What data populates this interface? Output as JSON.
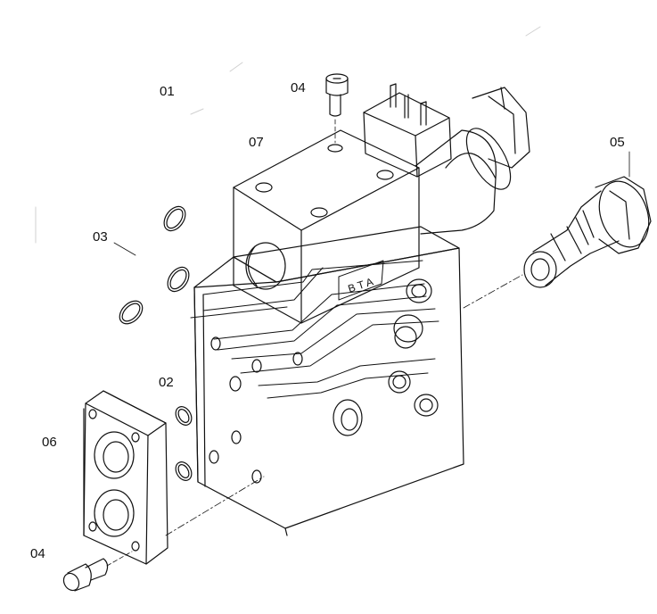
{
  "callouts": {
    "part_01": "01",
    "part_02": "02",
    "part_03": "03",
    "part_04_top": "04",
    "part_04_bottom": "04",
    "part_05": "05",
    "part_06": "06",
    "part_07": "07"
  },
  "solenoid_marking": "B T A",
  "colors": {
    "line": "#111111",
    "background": "#ffffff"
  }
}
